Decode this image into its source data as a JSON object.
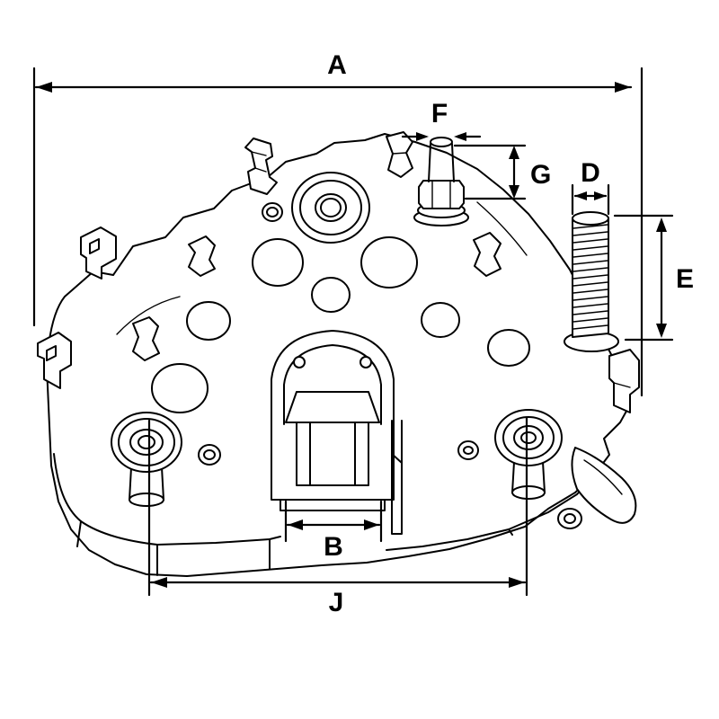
{
  "figure": {
    "type": "technical-dimension-drawing",
    "subject": "alternator rectifier plate",
    "colors": {
      "line": "#000000",
      "background": "#ffffff"
    },
    "dimension_labels": {
      "A": "A",
      "B": "B",
      "D": "D",
      "E": "E",
      "F": "F",
      "G": "G",
      "J": "J"
    }
  }
}
